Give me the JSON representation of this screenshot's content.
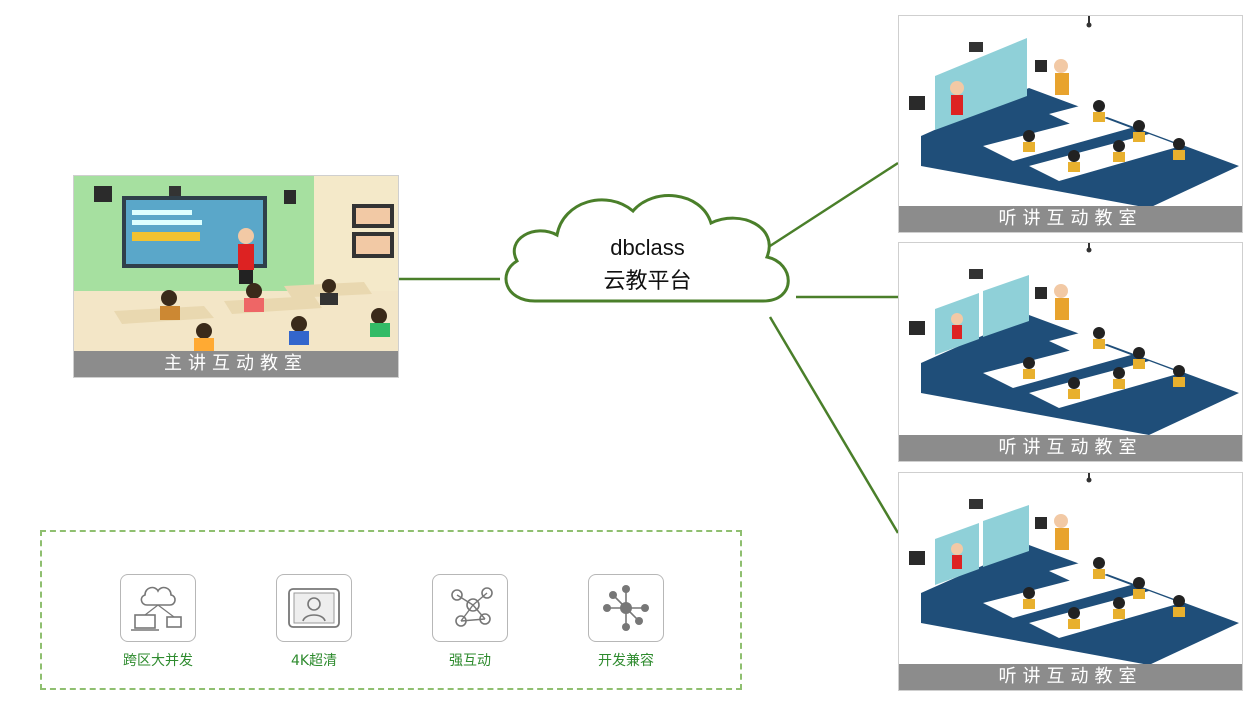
{
  "cloud": {
    "line1": "dbclass",
    "line2": "云教平台"
  },
  "main_room": {
    "caption": "主讲互动教室"
  },
  "listen_rooms": [
    {
      "caption": "听讲互动教室"
    },
    {
      "caption": "听讲互动教室"
    },
    {
      "caption": "听讲互动教室"
    }
  ],
  "features": [
    {
      "label": "跨区大并发",
      "icon": "cloud-devices-icon"
    },
    {
      "label": "4K超清",
      "icon": "video-call-icon"
    },
    {
      "label": "强互动",
      "icon": "network-nodes-icon"
    },
    {
      "label": "开发兼容",
      "icon": "hub-icon"
    }
  ],
  "colors": {
    "connector": "#4a7f2a",
    "floor": "#1f4e79",
    "caption_bg": "#8c8c8c",
    "feature_text": "#2e8b2e"
  }
}
